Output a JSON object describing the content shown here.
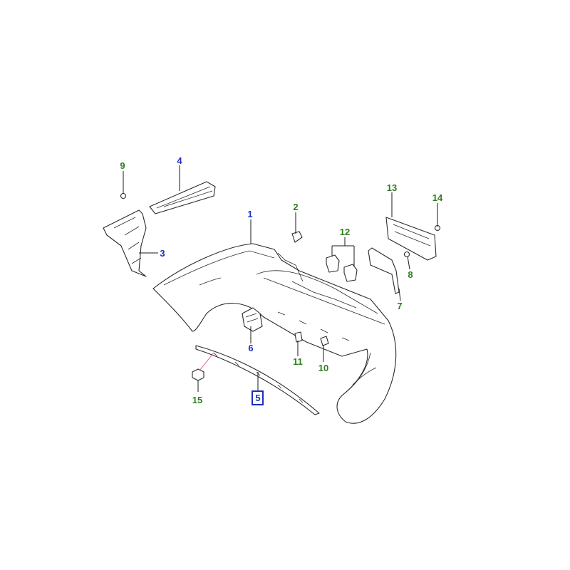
{
  "colors": {
    "green_callout": "#2e7d1e",
    "blue_callout": "#1a2fbf",
    "highlight_box": "#1a2fbf",
    "line": "#2a2a2a",
    "pink_leader": "#e0607a"
  },
  "callouts": [
    {
      "id": "1",
      "label": "1",
      "color": "blue"
    },
    {
      "id": "2",
      "label": "2",
      "color": "green"
    },
    {
      "id": "3",
      "label": "3",
      "color": "blue"
    },
    {
      "id": "4",
      "label": "4",
      "color": "blue"
    },
    {
      "id": "5",
      "label": "5",
      "color": "blue",
      "highlighted": true
    },
    {
      "id": "6",
      "label": "6",
      "color": "blue"
    },
    {
      "id": "7",
      "label": "7",
      "color": "green"
    },
    {
      "id": "8",
      "label": "8",
      "color": "green"
    },
    {
      "id": "9",
      "label": "9",
      "color": "green"
    },
    {
      "id": "10",
      "label": "10",
      "color": "green"
    },
    {
      "id": "11",
      "label": "11",
      "color": "green"
    },
    {
      "id": "12",
      "label": "12",
      "color": "green"
    },
    {
      "id": "13",
      "label": "13",
      "color": "green"
    },
    {
      "id": "14",
      "label": "14",
      "color": "green"
    },
    {
      "id": "15",
      "label": "15",
      "color": "green"
    }
  ]
}
